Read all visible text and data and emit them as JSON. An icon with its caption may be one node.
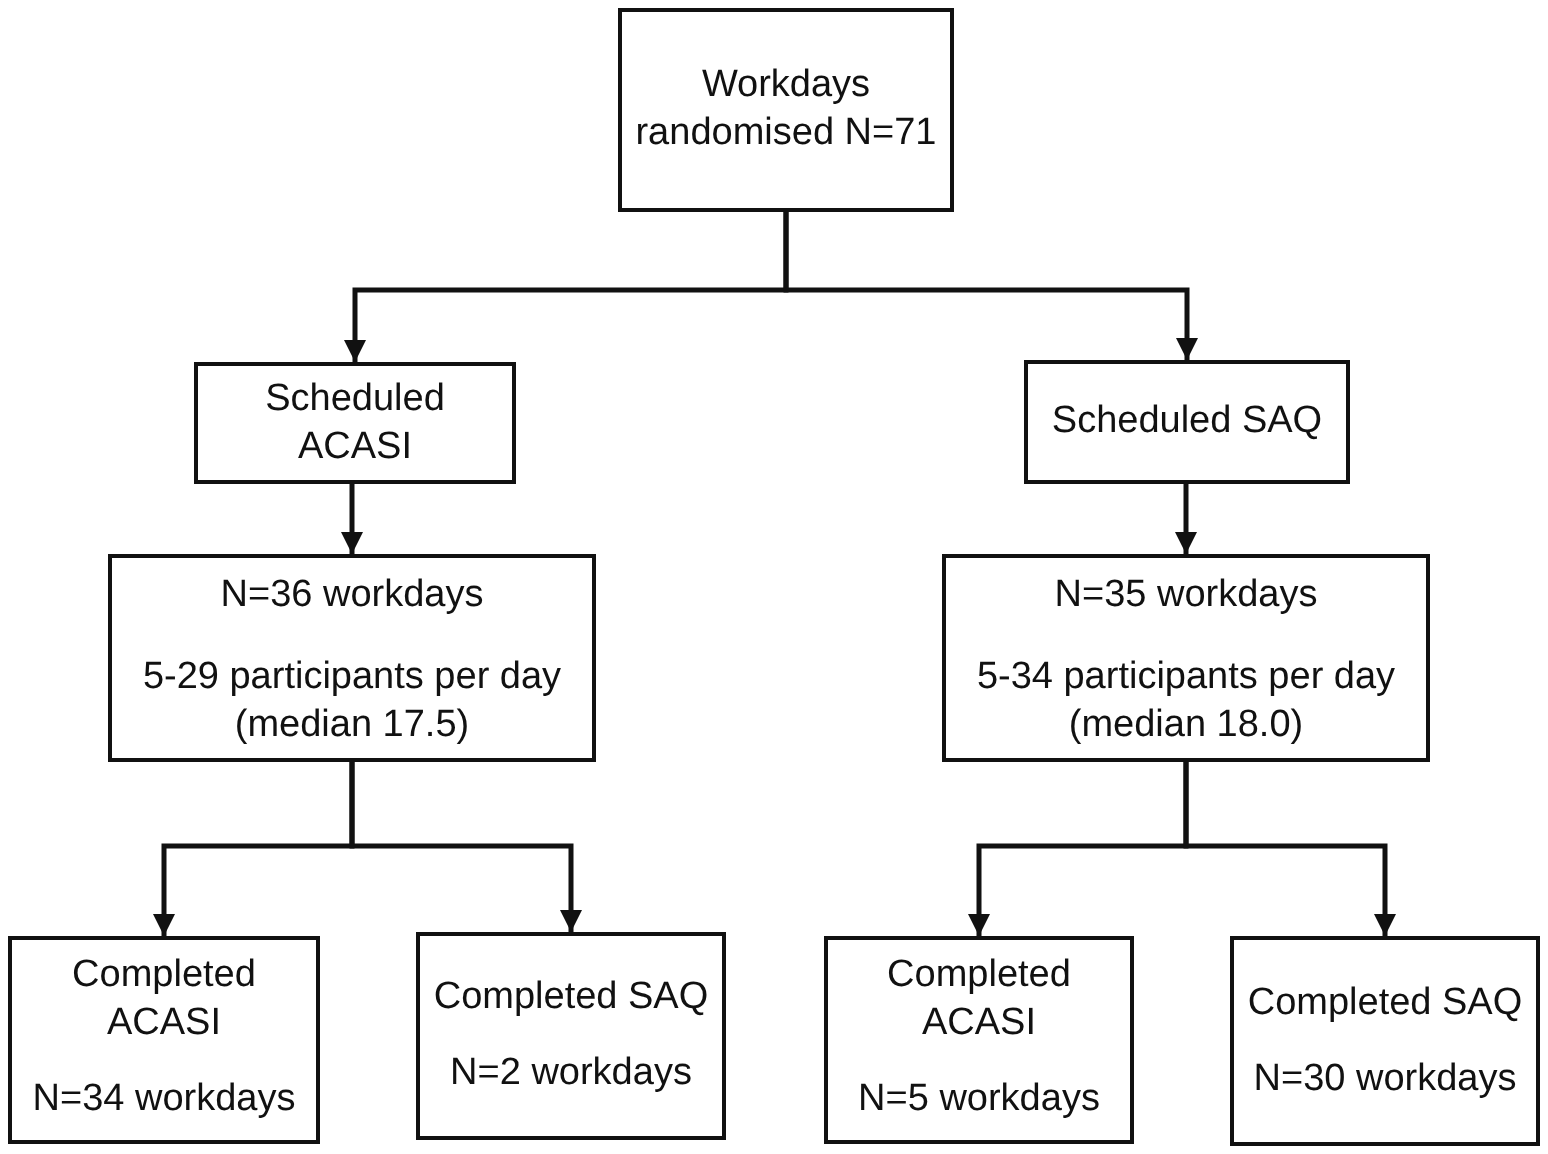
{
  "diagram": {
    "nodes": [
      {
        "text": [
          "Workdays randomised N=71"
        ]
      },
      {
        "text": [
          "Scheduled ACASI"
        ]
      },
      {
        "text": [
          "Scheduled SAQ"
        ]
      },
      {
        "text": [
          "N=36 workdays",
          "5-29 participants per day (median 17.5)"
        ]
      },
      {
        "text": [
          "N=35 workdays",
          "5-34 participants per day (median 18.0)"
        ]
      },
      {
        "text": [
          "Completed ACASI",
          "N=34 workdays"
        ]
      },
      {
        "text": [
          "Completed SAQ",
          "N=2 workdays"
        ]
      },
      {
        "text": [
          "Completed ACASI",
          "N=5 workdays"
        ]
      },
      {
        "text": [
          "Completed SAQ",
          "N=30 workdays"
        ]
      }
    ],
    "edges": [
      {
        "from": 0,
        "to": 1,
        "arrow": "to"
      },
      {
        "from": 0,
        "to": 2,
        "arrow": "to"
      },
      {
        "from": 1,
        "to": 3,
        "arrow": "to"
      },
      {
        "from": 2,
        "to": 4,
        "arrow": "to"
      },
      {
        "from": 3,
        "to": 5,
        "arrow": "to"
      },
      {
        "from": 3,
        "to": 6,
        "arrow": "to"
      },
      {
        "from": 4,
        "to": 7,
        "arrow": "to"
      },
      {
        "from": 4,
        "to": 8,
        "arrow": "to"
      }
    ]
  }
}
